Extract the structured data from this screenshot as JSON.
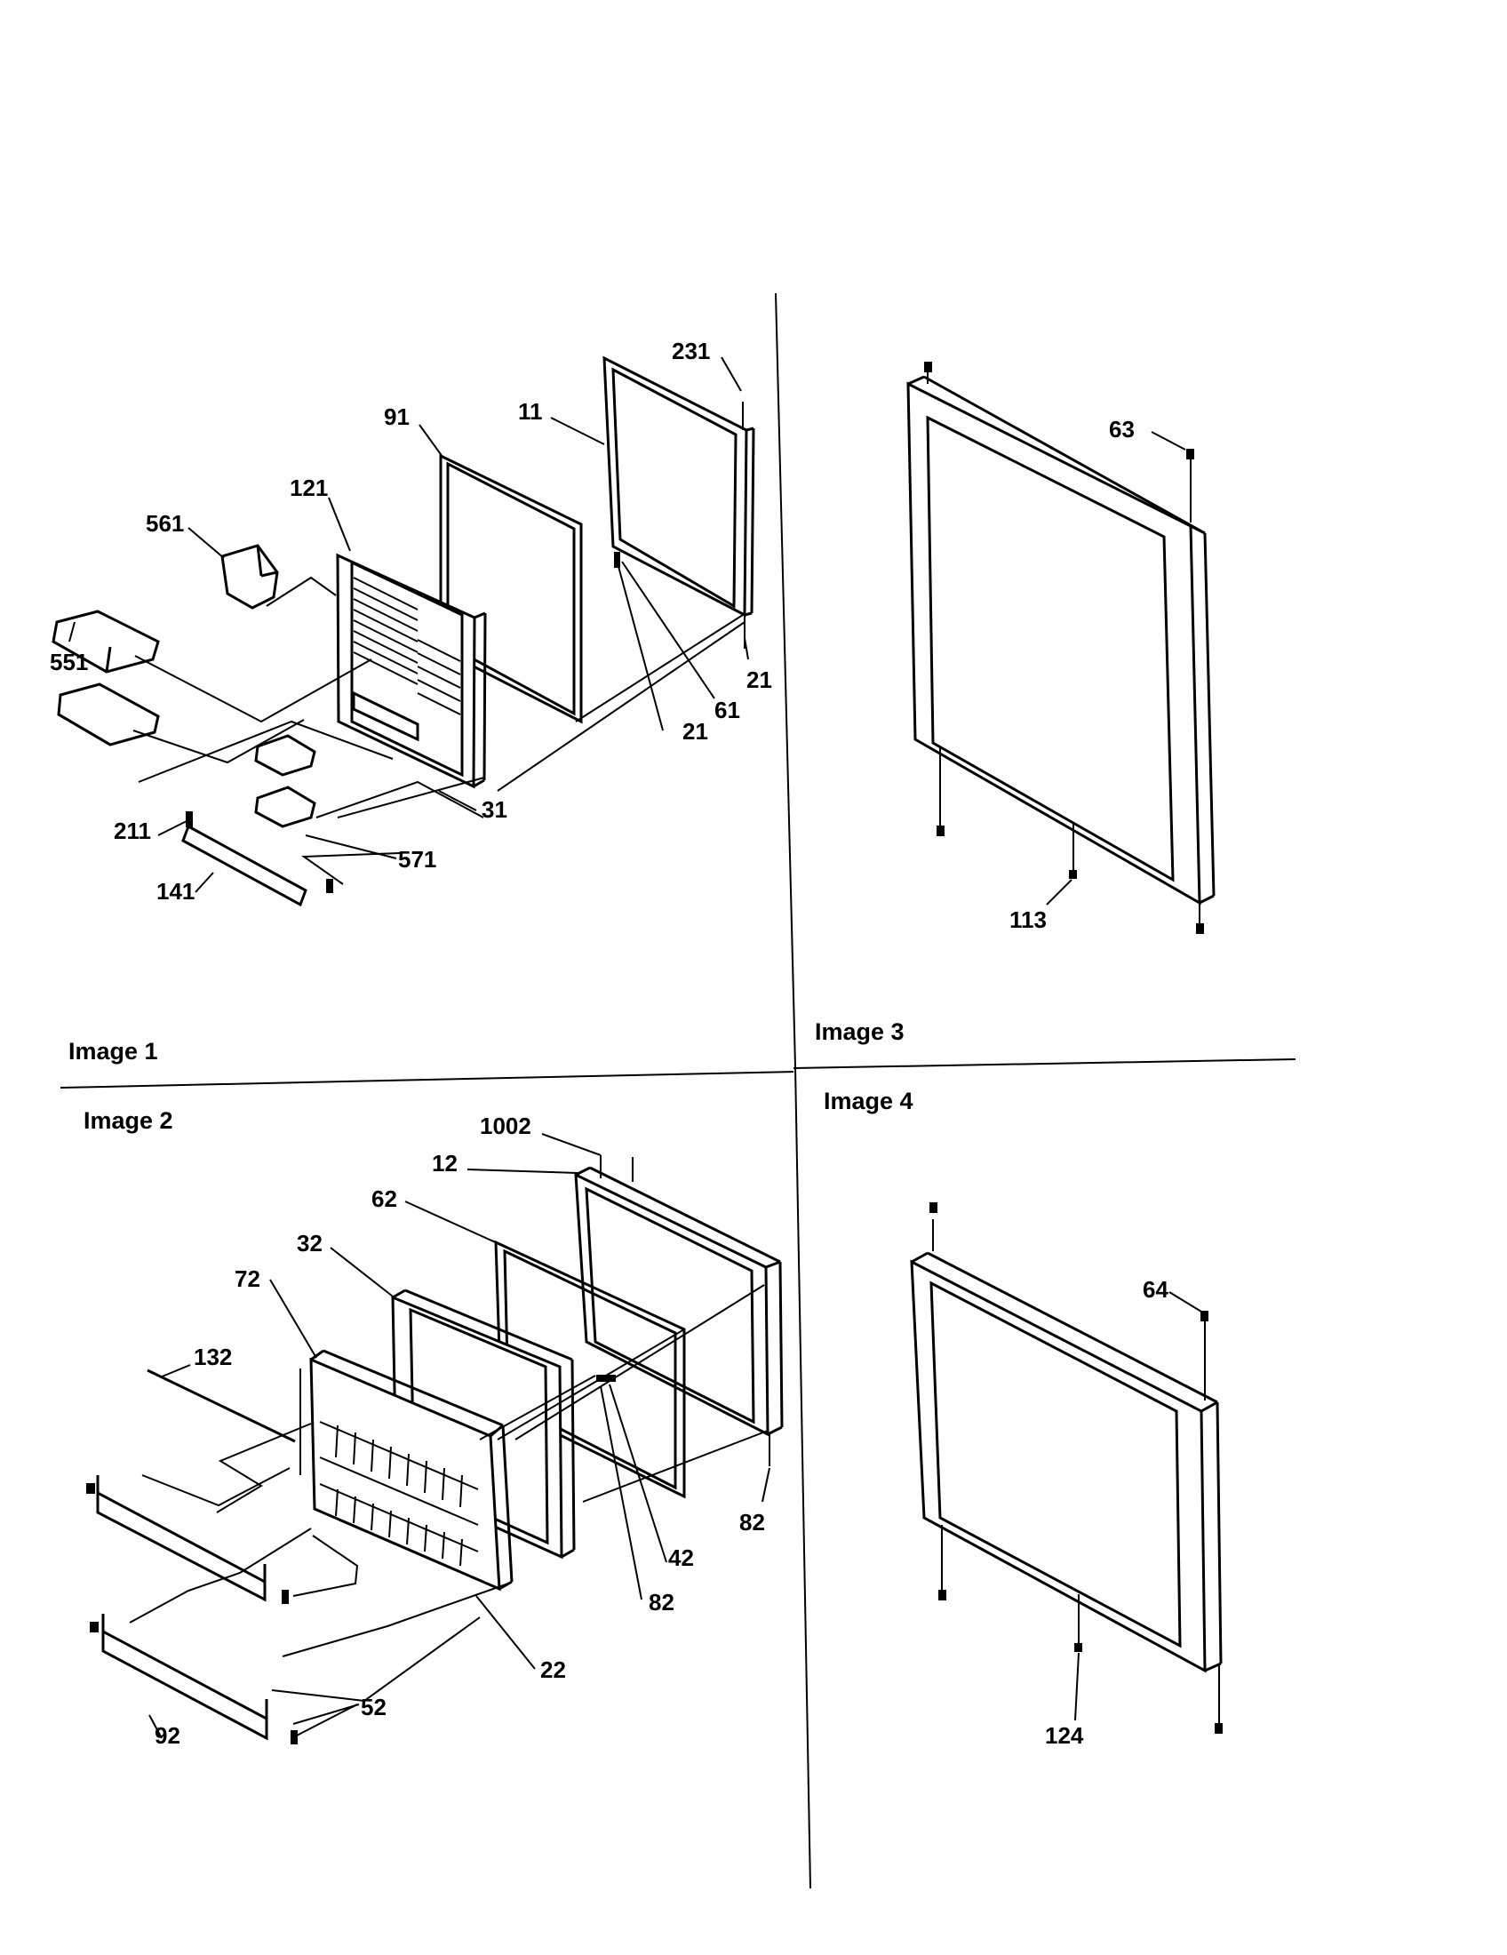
{
  "panels": {
    "image1": "Image 1",
    "image2": "Image 2",
    "image3": "Image 3",
    "image4": "Image 4"
  },
  "callouts": {
    "p231": "231",
    "p91": "91",
    "p11": "11",
    "p121": "121",
    "p561": "561",
    "p551": "551",
    "p21a": "21",
    "p61": "61",
    "p21b": "21",
    "p31": "31",
    "p211": "211",
    "p571": "571",
    "p141": "141",
    "p63": "63",
    "p113": "113",
    "p1002": "1002",
    "p12": "12",
    "p62": "62",
    "p32": "32",
    "p72": "72",
    "p132": "132",
    "p82a": "82",
    "p42": "42",
    "p82b": "82",
    "p22": "22",
    "p52": "52",
    "p92": "92",
    "p64": "64",
    "p124": "124"
  }
}
